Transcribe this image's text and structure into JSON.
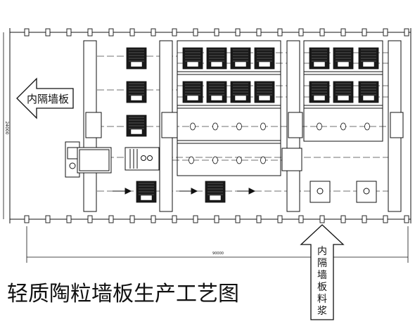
{
  "title": "轻质陶粒墙板生产工艺图",
  "arrow_left_label": "内隔墙板",
  "arrow_up_label_chars": [
    "内",
    "隔",
    "墙",
    "板",
    "料",
    "浆"
  ],
  "dimension_height": "24000",
  "dimension_width": "90000",
  "colors": {
    "line": "#111111",
    "dash": "#444444",
    "fill": "#ffffff",
    "machine": "#1a1a1a"
  }
}
